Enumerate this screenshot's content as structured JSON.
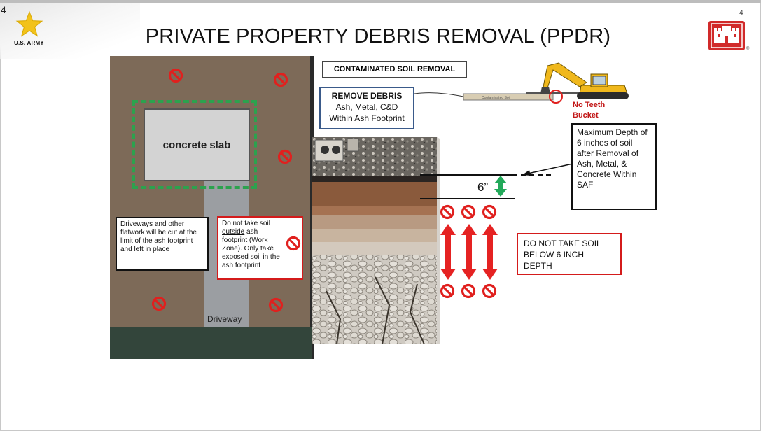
{
  "slide": {
    "number_left": "4",
    "number_right": "4",
    "title": "PRIVATE PROPERTY DEBRIS REMOVAL (PPDR)",
    "army_label": "U.S. ARMY",
    "registered_mark": "®"
  },
  "site_plan": {
    "slab_label": "concrete slab",
    "driveway_label": "Driveway",
    "driveway_note": "Driveways and other flatwork will be cut at the limit of the ash footprint and left in place",
    "outside_note": {
      "before": "Do not take soil ",
      "underlined": "outside",
      "after": " ash footprint (Work Zone). Only take exposed soil in the ash footprint"
    }
  },
  "soil_section": {
    "title": "CONTAMINATED SOIL REMOVAL",
    "remove_debris": {
      "heading": "REMOVE DEBRIS",
      "line1": "Ash, Metal, C&D",
      "line2": "Within Ash Footprint"
    },
    "contaminated_soil_label": "Contaminated Soil",
    "no_teeth_line1": "No Teeth",
    "no_teeth_line2": "Bucket",
    "max_depth_note": "Maximum Depth of 6 inches of soil after Removal of Ash, Metal, & Concrete Within SAF",
    "depth_marker": "6”",
    "do_not_take_note": "DO NOT TAKE SOIL BELOW 6 INCH DEPTH"
  },
  "colors": {
    "lot": "#7d6a58",
    "road": "#33453b",
    "driveway": "#9b9ea2",
    "ash_footprint": "#2ca24e",
    "prohibition_red": "#e0201e",
    "arrow_red": "#e52222",
    "arrow_green": "#22a95a",
    "usace_red": "#d12a2a",
    "army_gold": "#f2c21a"
  }
}
